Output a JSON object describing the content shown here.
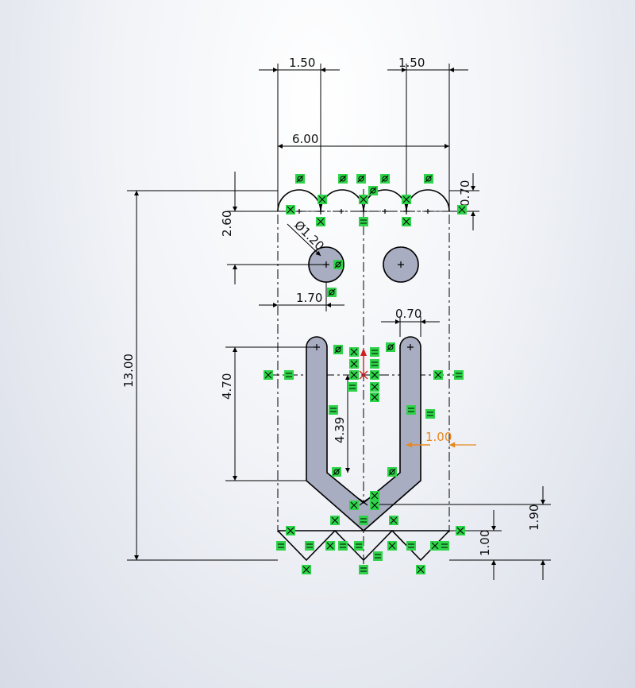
{
  "colors": {
    "geometry": "#000000",
    "fill": "#a9adc2",
    "relation_bg": "#2fd34a",
    "driven_dim": "#e8871e",
    "origin": "#d02020"
  },
  "dimensions": {
    "top_left_width": "1.50",
    "top_right_width": "1.50",
    "overall_width": "6.00",
    "scallop_height": "0.70",
    "hole_vertical": "2.60",
    "hole_diameter": "Ø1.20",
    "hole_offset": "1.70",
    "slot_width": "0.70",
    "overall_height": "13.00",
    "slot_height": "4.70",
    "vee_height": "4.39",
    "driven_offset": "1.00",
    "bottom_height_1": "1.00",
    "bottom_height_2": "1.90"
  },
  "icons": {
    "relation_marker": "sketch-relation-icon",
    "origin": "origin-icon"
  }
}
